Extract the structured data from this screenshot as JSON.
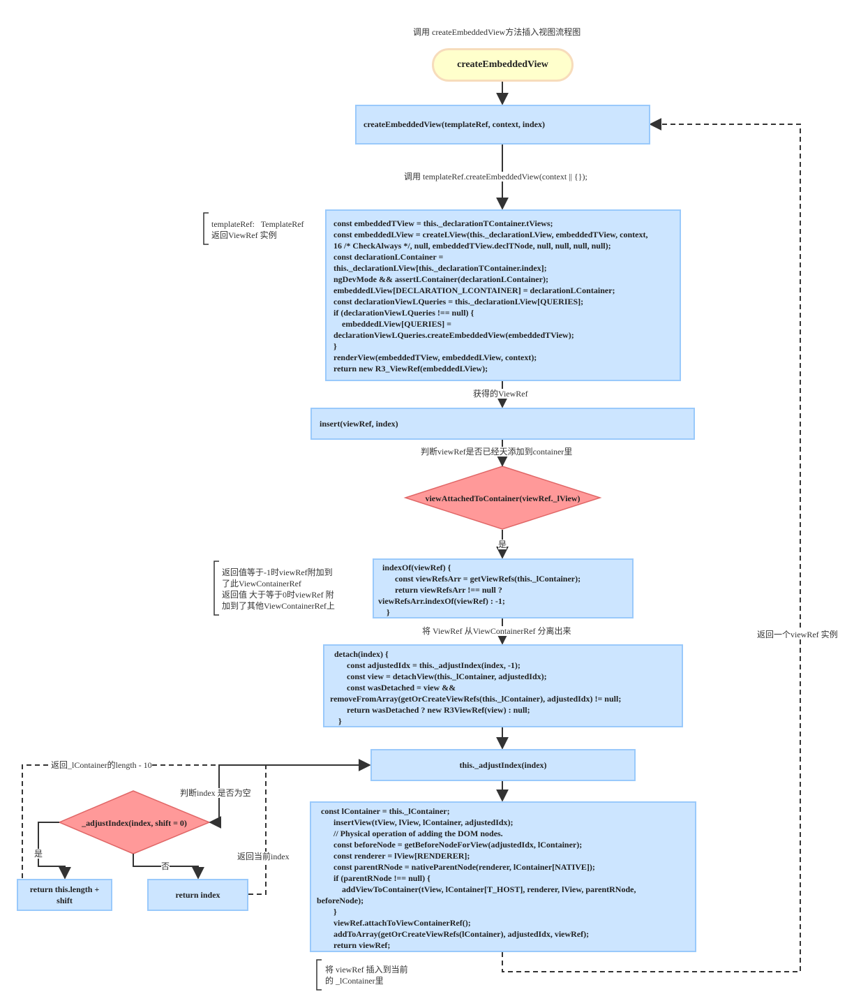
{
  "title": "调用 createEmbeddedView方法插入视图流程图",
  "nodes": {
    "start": "createEmbeddedView",
    "create_call": "createEmbeddedView(templateRef, context, index)",
    "template_code": "const embeddedTView = this._declarationTContainer.tViews;\nconst embeddedLView = createLView(this._declarationLView, embeddedTView, context,\n16 /* CheckAlways */, null, embeddedTView.declTNode, null, null, null, null);\nconst declarationLContainer =\nthis._declarationLView[this._declarationTContainer.index];\nngDevMode && assertLContainer(declarationLContainer);\nembeddedLView[DECLARATION_LCONTAINER] = declarationLContainer;\nconst declarationViewLQueries = this._declarationLView[QUERIES];\nif (declarationViewLQueries !== null) {\n    embeddedLView[QUERIES] =\ndeclarationViewLQueries.createEmbeddedView(embeddedTView);\n}\nrenderView(embeddedTView, embeddedLView, context);\nreturn new R3_ViewRef(embeddedLView);",
    "insert": "insert(viewRef, index)",
    "view_attached": "viewAttachedToContainer(viewRef._lView)",
    "index_of": "  indexOf(viewRef) {\n        const viewRefsArr = getViewRefs(this._lContainer);\n        return viewRefsArr !== null ?\nviewRefsArr.indexOf(viewRef) : -1;\n    }",
    "detach": "  detach(index) {\n        const adjustedIdx = this._adjustIndex(index, -1);\n        const view = detachView(this._lContainer, adjustedIdx);\n        const wasDetached = view &&\nremoveFromArray(getOrCreateViewRefs(this._lContainer), adjustedIdx) != null;\n        return wasDetached ? new R3ViewRef(view) : null;\n    }",
    "adjust_index_call": "this._adjustIndex(index)",
    "adjust_index_decision": "_adjustIndex(index, shift = 0)",
    "return_length": "return this.length +\nshift",
    "return_index": "return index",
    "insert_code": "  const lContainer = this._lContainer;\n        insertView(tView, lView, lContainer, adjustedIdx);\n        // Physical operation of adding the DOM nodes.\n        const beforeNode = getBeforeNodeForView(adjustedIdx, lContainer);\n        const renderer = lView[RENDERER];\n        const parentRNode = nativeParentNode(renderer, lContainer[NATIVE]);\n        if (parentRNode !== null) {\n            addViewToContainer(tView, lContainer[T_HOST], renderer, lView, parentRNode,\nbeforeNode);\n        }\n        viewRef.attachToViewContainerRef();\n        addToArray(getOrCreateViewRefs(lContainer), adjustedIdx, viewRef);\n        return viewRef;"
  },
  "edge_labels": {
    "call_template": "调用 templateRef.createEmbeddedView(context || {});",
    "got_viewref": "获得的ViewRef",
    "check_attached": "判断viewRef是否已经天添加到container里",
    "yes_attached": "是",
    "detach_from": "将 ViewRef 从ViewContainerRef 分离出来",
    "return_length_label": "返回_lContainer的length - 10",
    "check_index_null": "判断index 是否为空",
    "return_current": "返回当前index",
    "yes": "是",
    "no": "否",
    "return_instance": "返回一个viewRef 实例"
  },
  "notes": {
    "template_ref": "templateRef:   TemplateRef\n返回ViewRef 实例",
    "index_of_note": "返回值等于-1时viewRef附加到\n了此ViewContainerRef\n返回值 大于等于0时viewRef 附\n加到了其他ViewContainerRef上",
    "insert_note": "将 viewRef 插入到当前\n的 _lContainer里"
  },
  "colors": {
    "process_fill": "#cce5ff",
    "process_border": "#99c9fb",
    "decision_fill": "#ff9999",
    "decision_border": "#e06666",
    "start_fill": "#ffffcc",
    "start_border": "#f7dcbb",
    "edge": "#333333"
  }
}
